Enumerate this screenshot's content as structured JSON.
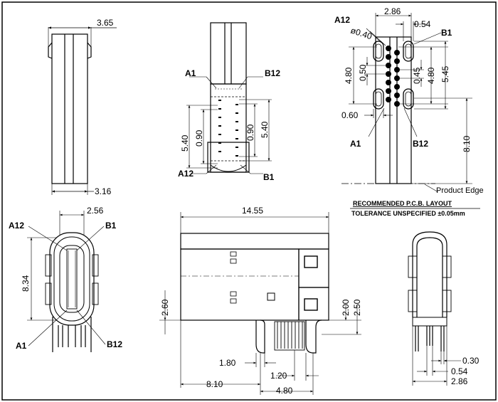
{
  "views": {
    "side_top": {
      "dim_width_top": "3.65",
      "dim_width_bottom": "3.16"
    },
    "plug_front": {
      "pin_top_left": "A1",
      "pin_top_right": "B12",
      "pin_bottom_left": "A12",
      "pin_bottom_right": "B1",
      "dim_height_left": "5.40",
      "dim_height_right": "5.40",
      "dim_pitch_left": "0.90",
      "dim_pitch_right": "0.90"
    },
    "pcb_layout": {
      "pin_top_left": "A12",
      "pin_top_right": "B1",
      "pin_bottom_left": "A1",
      "pin_bottom_right": "B12",
      "dim_top_width": "2.86",
      "dim_slot_width": "0.54",
      "dim_hole_dia": "ø0.40",
      "dim_left_span": "4.80",
      "dim_left_pitch": "0.50",
      "dim_right_pitch": "0.45",
      "dim_right_span": "4.80",
      "dim_outer": "5.45",
      "dim_slot_offset": "0.60",
      "dim_edge": "8.10",
      "edge_label": "Product Edge",
      "title": "RECOMMENDED   P.C.B. LAYOUT",
      "tolerance": "TOLERANCE  UNSPECIFIED  ±0.05mm"
    },
    "end_view": {
      "pin_top_left": "A12",
      "pin_top_right": "B1",
      "pin_bottom_left": "A1",
      "pin_bottom_right": "B12",
      "dim_width": "2.56",
      "dim_height": "8.34"
    },
    "side_view": {
      "dim_length": "14.55",
      "dim_height_left": "2.60",
      "dim_right_a": "2.00",
      "dim_right_b": "2.50",
      "dim_bottom_a": "1.80",
      "dim_bottom_b": "1.20",
      "dim_bottom_c": "8.10",
      "dim_bottom_d": "4.80"
    },
    "right_view": {
      "dim_a": "0.30",
      "dim_b": "0.54",
      "dim_c": "2.86"
    }
  }
}
